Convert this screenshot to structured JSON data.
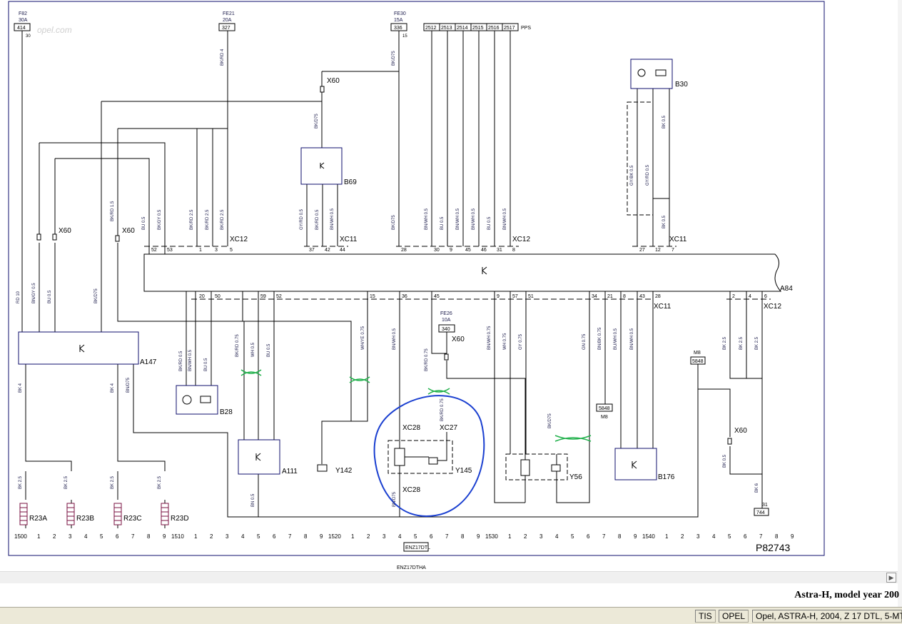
{
  "title": "Astra-H, model year 200",
  "status": {
    "tis": "TIS",
    "opel": "OPEL",
    "vehicle": "Opel, ASTRA-H, 2004, Z 17 DTL, 5-MT"
  },
  "figure_id": "P82743",
  "watermark": "opel.com",
  "colors": {
    "line": "#000000",
    "box": "#0f0f6e",
    "text": "#1a1a4a",
    "highlight": "#1a3fd0",
    "splice": "#22b14c",
    "connector": "#555555"
  },
  "fuses": [
    {
      "name": "F82",
      "rating": "30A",
      "code": "414",
      "pin": "30"
    },
    {
      "name": "FE21",
      "rating": "20A",
      "code": "327",
      "pin": ""
    },
    {
      "name": "FE30",
      "rating": "15A",
      "code": "336",
      "pin": "15"
    },
    {
      "name": "FE26",
      "rating": "10A",
      "code": "340",
      "pin": ""
    }
  ],
  "pps_codes": [
    "2512",
    "2513",
    "2514",
    "2515",
    "2516",
    "2517"
  ],
  "pps_label": "PPS",
  "components": {
    "A84": "A84",
    "A147": "A147",
    "B69": "B69",
    "B30": "B30",
    "B28": "B28",
    "A111": "A111",
    "Y142": "Y142",
    "Y145": "Y145",
    "Y56": "Y56",
    "B176": "B176",
    "R23A": "R23A",
    "R23B": "R23B",
    "R23C": "R23C",
    "R23D": "R23D"
  },
  "connectors": {
    "X60": "X60",
    "XC12": "XC12",
    "XC11": "XC11",
    "XC28": "XC28",
    "XC27": "XC27"
  },
  "ground_codes": {
    "g1": "31",
    "g2": "744",
    "ms": "M8",
    "ms_code": "5848",
    "m8b": "M8",
    "m8b_code": "5848"
  },
  "ruler": {
    "groups": [
      "1500",
      "1510",
      "1520",
      "1530",
      "1540"
    ],
    "digits": [
      "1",
      "2",
      "3",
      "4",
      "5",
      "6",
      "7",
      "8",
      "9"
    ]
  },
  "bottom_codes": [
    "ENZ17DTL",
    "ENZ17DTHA"
  ],
  "a84_top_pins": [
    "52",
    "53",
    "1",
    "3",
    "5",
    "37",
    "42",
    "44",
    "28",
    "30",
    "9",
    "45",
    "46",
    "31",
    "8",
    "27",
    "12",
    "7"
  ],
  "a84_bottom_pins": [
    "20",
    "50",
    "59",
    "52",
    "15",
    "36",
    "45",
    "9",
    "57",
    "51",
    "34",
    "21",
    "8",
    "43",
    "28",
    "2",
    "4",
    "6"
  ],
  "wire_labels": [
    "BK/RD 4",
    "BK/D75",
    "BK/D75",
    "BK/RD 1.5",
    "BU 0.5",
    "BK/GY 0.5",
    "BK/RD 2.5",
    "BK/RD 2.5",
    "BK/RD 2.5",
    "GY/RD 0.5",
    "BK/RD 0.5",
    "BN/WH 0.5",
    "BK/D75",
    "BN/WH 0.5",
    "BU 0.5",
    "BN/WH 0.5",
    "BN/WH 0.5",
    "BU 0.5",
    "BN/WH 0.5",
    "GY/BK 0.5",
    "GY/RD 0.5",
    "BK 0.5",
    "BK 0.5",
    "RD 10",
    "BN/GY 0.5",
    "BU 0.5",
    "BK/D75",
    "BK 4",
    "BK 4",
    "BN/D75",
    "BK/RD 0.5",
    "BN/WH 0.5",
    "BU 0.5",
    "BK/RD 0.75",
    "WH 0.5",
    "BU 0.5",
    "WH/YE 0.75",
    "BN/WH 0.5",
    "BK/RD 0.75",
    "BN/WH 0.75",
    "WH 0.75",
    "GY 0.75",
    "GN 0.75",
    "BN/BK 0.75",
    "BU/WH 0.5",
    "BN/WH 0.5",
    "BK 2.5",
    "BK 2.5",
    "BK 2.5",
    "BK 2.5",
    "BK 2.5",
    "BK 2.5",
    "BK 2.5",
    "BN 0.5",
    "BN/D75",
    "BK/RD 0.75",
    "BK/D75",
    "BK 0.5",
    "BK 6"
  ]
}
